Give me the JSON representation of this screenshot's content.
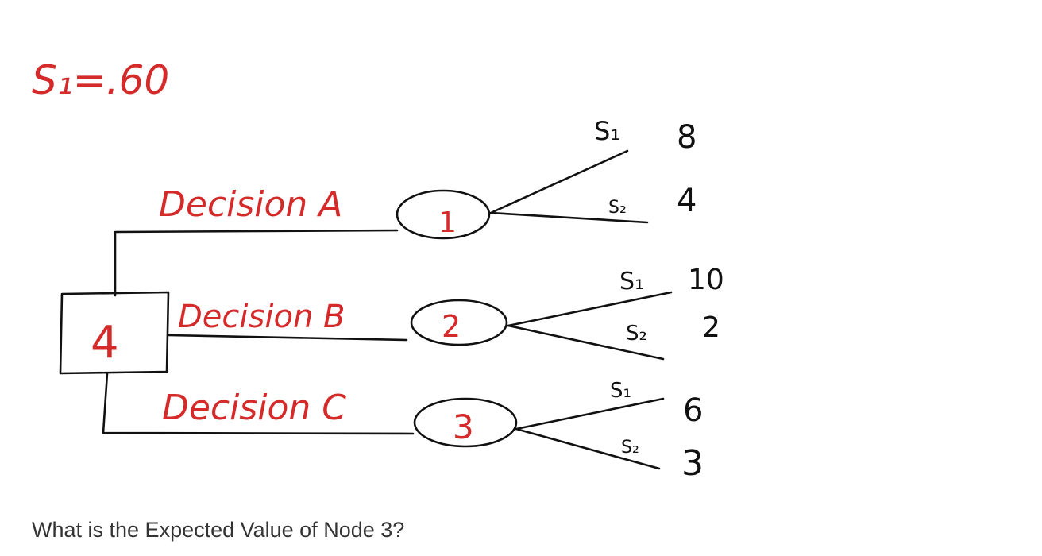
{
  "prior": "S₁=.60",
  "decision_node_label": "4",
  "decisions": [
    {
      "label": "Decision A",
      "node": "1",
      "branches": [
        {
          "state": "S₁",
          "payoff": "8"
        },
        {
          "state": "S₂",
          "payoff": "4"
        }
      ]
    },
    {
      "label": "Decision B",
      "node": "2",
      "branches": [
        {
          "state": "S₁",
          "payoff": "10"
        },
        {
          "state": "S₂",
          "payoff": "2"
        }
      ]
    },
    {
      "label": "Decision C",
      "node": "3",
      "branches": [
        {
          "state": "S₁",
          "payoff": "6"
        },
        {
          "state": "S₂",
          "payoff": "3"
        }
      ]
    }
  ],
  "colors": {
    "annotation": "#d42a2a",
    "ink": "#111111",
    "question_text": "#333333"
  },
  "question": "What is the Expected Value of Node 3?"
}
